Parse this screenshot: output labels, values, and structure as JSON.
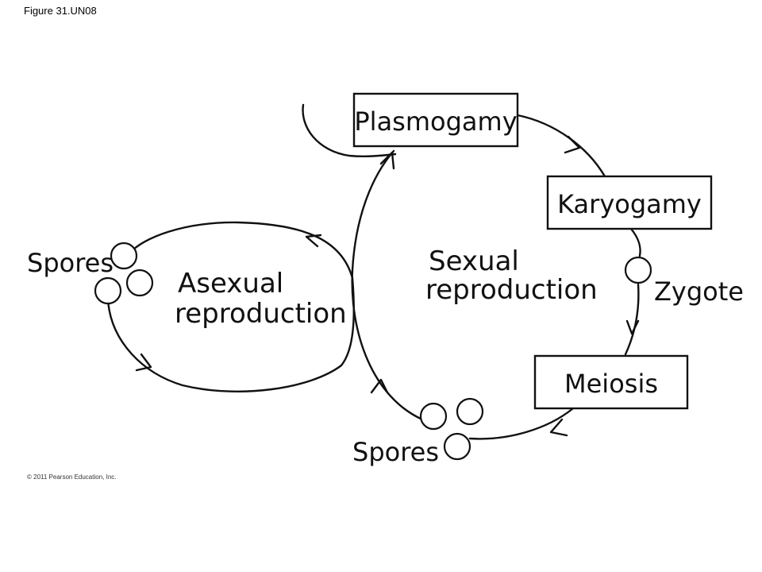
{
  "figure_label": "Figure 31.UN08",
  "copyright": "© 2011 Pearson Education, Inc.",
  "diagram": {
    "boxes": {
      "plasmogamy": "Plasmogamy",
      "karyogamy": "Karyogamy",
      "meiosis": "Meiosis"
    },
    "labels": {
      "sexual_line1": "Sexual",
      "sexual_line2": "reproduction",
      "asexual_line1": "Asexual",
      "asexual_line2": "reproduction",
      "zygote": "Zygote",
      "spores_left": "Spores",
      "spores_bottom": "Spores"
    }
  }
}
